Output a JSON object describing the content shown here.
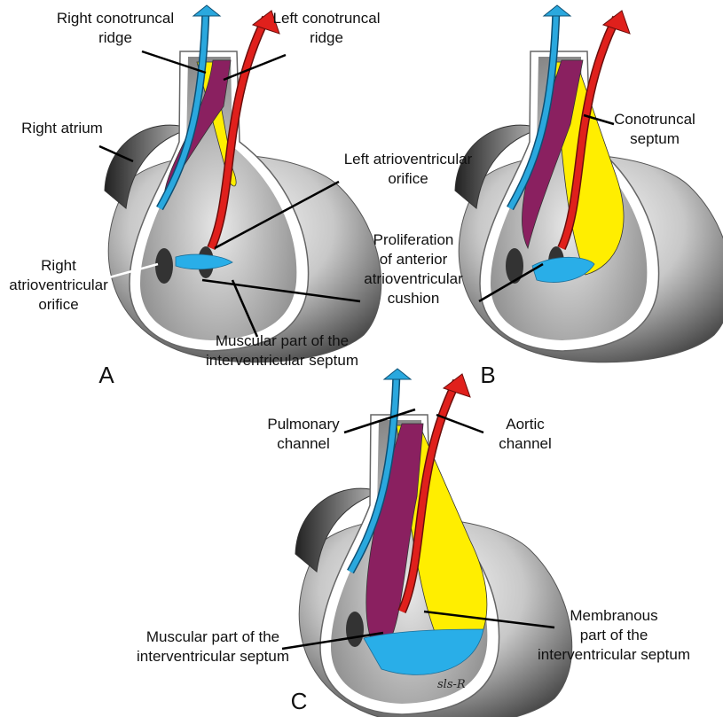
{
  "panels": [
    {
      "letter": "A",
      "stage": 0
    },
    {
      "letter": "B",
      "stage": 1
    },
    {
      "letter": "C",
      "stage": 2
    }
  ],
  "labels": {
    "right_conotruncal_ridge": [
      "Right conotruncal",
      "ridge"
    ],
    "left_conotruncal_ridge": [
      "Left conotruncal",
      "ridge"
    ],
    "right_atrium": "Right atrium",
    "left_av_orifice": [
      "Left atrioventricular",
      "orifice"
    ],
    "proliferation": [
      "Proliferation",
      "of anterior",
      "atrioventricular",
      "cushion"
    ],
    "right_av_orifice": [
      "Right",
      "atrioventricular",
      "orifice"
    ],
    "muscular_a": [
      "Muscular part of the",
      "interventricular septum"
    ],
    "conotruncal_septum": [
      "Conotruncal",
      "septum"
    ],
    "pulmonary_channel": [
      "Pulmonary",
      "channel"
    ],
    "aortic_channel": [
      "Aortic",
      "channel"
    ],
    "muscular_c": [
      "Muscular part of the",
      "interventricular septum"
    ],
    "membranous_c": [
      "Membranous",
      "part of the",
      "interventricular septum"
    ]
  },
  "signature": "sls-R",
  "colors": {
    "pulmonary_arrow": "#2aa8de",
    "aortic_arrow": "#e0201c",
    "ridge_yellow": "#ffee00",
    "ridge_purple": "#8a2060",
    "cushion_blue": "#29aee8",
    "heart_gray": "#9a9a9a"
  }
}
